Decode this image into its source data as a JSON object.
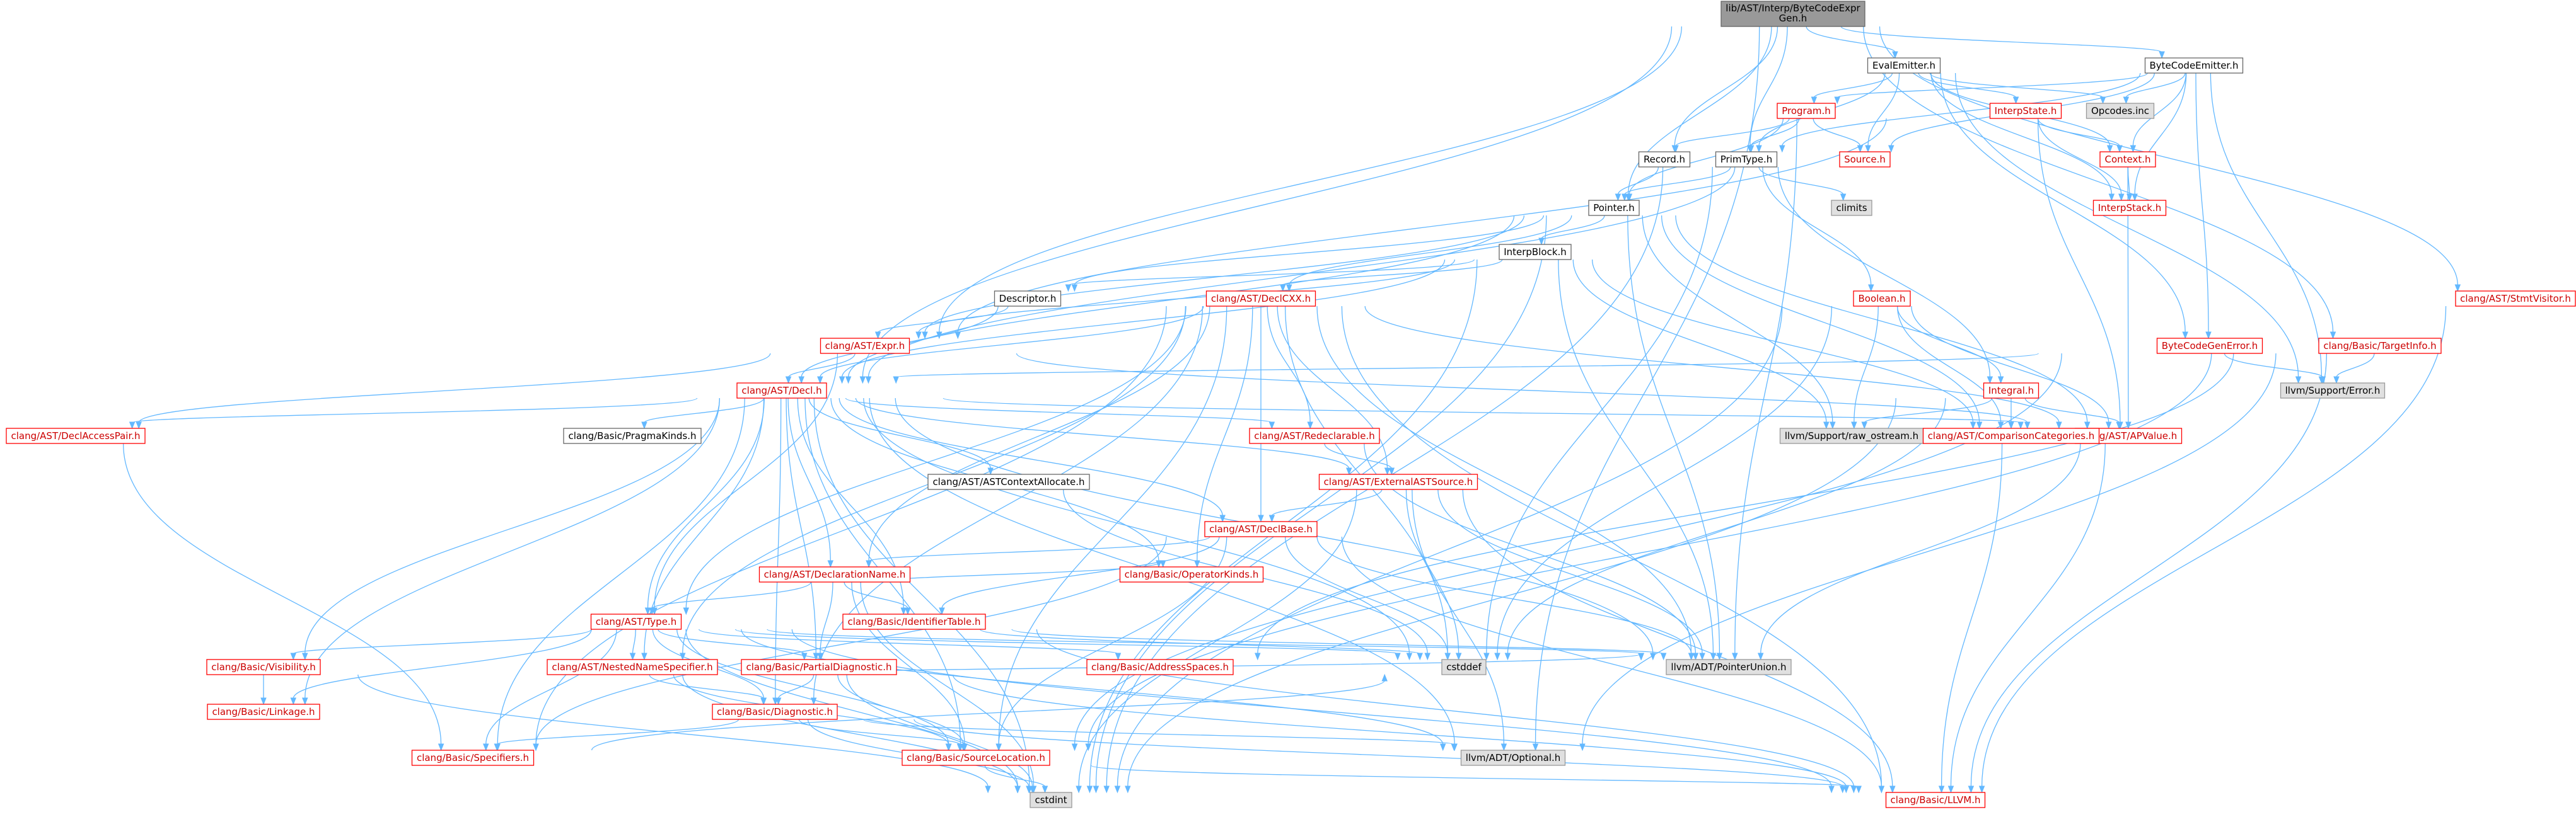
{
  "colors": {
    "edge": "#63b8ff",
    "root_fill": "#999999",
    "node_fill": "#ffffff",
    "gray_fill": "#e0e0e0",
    "border_red": "#ff0000",
    "border_gray": "#999999",
    "border_dark": "#666666",
    "text_red": "#cc0000",
    "text_black": "#000000"
  },
  "nodes": [
    {
      "id": "root",
      "lines": [
        "lib/AST/Interp/ByteCodeExpr",
        "Gen.h"
      ],
      "style": "root"
    },
    {
      "id": "evalemitter",
      "lines": [
        "EvalEmitter.h"
      ],
      "style": "normal"
    },
    {
      "id": "bytecodeemitter",
      "lines": [
        "ByteCodeEmitter.h"
      ],
      "style": "normal"
    },
    {
      "id": "program",
      "lines": [
        "Program.h"
      ],
      "style": "red"
    },
    {
      "id": "interpstate",
      "lines": [
        "InterpState.h"
      ],
      "style": "red"
    },
    {
      "id": "opcodes",
      "lines": [
        "Opcodes.inc"
      ],
      "style": "gray"
    },
    {
      "id": "record",
      "lines": [
        "Record.h"
      ],
      "style": "normal"
    },
    {
      "id": "primtype",
      "lines": [
        "PrimType.h"
      ],
      "style": "normal"
    },
    {
      "id": "source",
      "lines": [
        "Source.h"
      ],
      "style": "red"
    },
    {
      "id": "context",
      "lines": [
        "Context.h"
      ],
      "style": "red"
    },
    {
      "id": "climits",
      "lines": [
        "climits"
      ],
      "style": "gray"
    },
    {
      "id": "interpstack",
      "lines": [
        "InterpStack.h"
      ],
      "style": "red"
    },
    {
      "id": "stmtvisitor",
      "lines": [
        "clang/AST/StmtVisitor.h"
      ],
      "style": "red"
    },
    {
      "id": "pointer",
      "lines": [
        "Pointer.h"
      ],
      "style": "normal"
    },
    {
      "id": "interpblock",
      "lines": [
        "InterpBlock.h"
      ],
      "style": "normal"
    },
    {
      "id": "descriptor",
      "lines": [
        "Descriptor.h"
      ],
      "style": "normal"
    },
    {
      "id": "declcxx",
      "lines": [
        "clang/AST/DeclCXX.h"
      ],
      "style": "red"
    },
    {
      "id": "boolean",
      "lines": [
        "Boolean.h"
      ],
      "style": "red"
    },
    {
      "id": "bytecodegenerror",
      "lines": [
        "ByteCodeGenError.h"
      ],
      "style": "red"
    },
    {
      "id": "targetinfo",
      "lines": [
        "clang/Basic/TargetInfo.h"
      ],
      "style": "red"
    },
    {
      "id": "expr",
      "lines": [
        "clang/AST/Expr.h"
      ],
      "style": "red"
    },
    {
      "id": "llvmerror",
      "lines": [
        "llvm/Support/Error.h"
      ],
      "style": "gray"
    },
    {
      "id": "integral",
      "lines": [
        "Integral.h"
      ],
      "style": "red"
    },
    {
      "id": "decl",
      "lines": [
        "clang/AST/Decl.h"
      ],
      "style": "red"
    },
    {
      "id": "declaccesspair",
      "lines": [
        "clang/AST/DeclAccessPair.h"
      ],
      "style": "red"
    },
    {
      "id": "pragmakinds",
      "lines": [
        "clang/Basic/PragmaKinds.h"
      ],
      "style": "normal"
    },
    {
      "id": "redeclarable",
      "lines": [
        "clang/AST/Redeclarable.h"
      ],
      "style": "red"
    },
    {
      "id": "apvalue",
      "lines": [
        "clang/AST/APValue.h"
      ],
      "style": "red"
    },
    {
      "id": "rawostream",
      "lines": [
        "llvm/Support/raw_ostream.h"
      ],
      "style": "gray"
    },
    {
      "id": "comparisoncat",
      "lines": [
        "clang/AST/ComparisonCategories.h"
      ],
      "style": "red"
    },
    {
      "id": "astcontextalloc",
      "lines": [
        "clang/AST/ASTContextAllocate.h"
      ],
      "style": "normal"
    },
    {
      "id": "externalastsource",
      "lines": [
        "clang/AST/ExternalASTSource.h"
      ],
      "style": "red"
    },
    {
      "id": "declbase",
      "lines": [
        "clang/AST/DeclBase.h"
      ],
      "style": "red"
    },
    {
      "id": "declarationname",
      "lines": [
        "clang/AST/DeclarationName.h"
      ],
      "style": "red"
    },
    {
      "id": "identifiertable",
      "lines": [
        "clang/Basic/IdentifierTable.h"
      ],
      "style": "red"
    },
    {
      "id": "operatorkinds",
      "lines": [
        "clang/Basic/OperatorKinds.h"
      ],
      "style": "red"
    },
    {
      "id": "type",
      "lines": [
        "clang/AST/Type.h"
      ],
      "style": "red"
    },
    {
      "id": "cstddef",
      "lines": [
        "cstddef"
      ],
      "style": "gray"
    },
    {
      "id": "pointerunion",
      "lines": [
        "llvm/ADT/PointerUnion.h"
      ],
      "style": "gray"
    },
    {
      "id": "visibility",
      "lines": [
        "clang/Basic/Visibility.h"
      ],
      "style": "red"
    },
    {
      "id": "nestednamespec",
      "lines": [
        "clang/AST/NestedNameSpecifier.h"
      ],
      "style": "red"
    },
    {
      "id": "partialdiag",
      "lines": [
        "clang/Basic/PartialDiagnostic.h"
      ],
      "style": "red"
    },
    {
      "id": "addressspaces",
      "lines": [
        "clang/Basic/AddressSpaces.h"
      ],
      "style": "red"
    },
    {
      "id": "linkage",
      "lines": [
        "clang/Basic/Linkage.h"
      ],
      "style": "red"
    },
    {
      "id": "diagnostic",
      "lines": [
        "clang/Basic/Diagnostic.h"
      ],
      "style": "red"
    },
    {
      "id": "specifiers",
      "lines": [
        "clang/Basic/Specifiers.h"
      ],
      "style": "red"
    },
    {
      "id": "sourcelocation",
      "lines": [
        "clang/Basic/SourceLocation.h"
      ],
      "style": "red"
    },
    {
      "id": "optional",
      "lines": [
        "llvm/ADT/Optional.h"
      ],
      "style": "gray"
    },
    {
      "id": "cstdint",
      "lines": [
        "cstdint"
      ],
      "style": "gray"
    },
    {
      "id": "llvmh",
      "lines": [
        "clang/Basic/LLVM.h"
      ],
      "style": "red"
    }
  ],
  "edges": [
    [
      "root",
      "evalemitter"
    ],
    [
      "root",
      "bytecodeemitter"
    ],
    [
      "root",
      "record"
    ],
    [
      "root",
      "primtype"
    ],
    [
      "root",
      "pointer"
    ],
    [
      "root",
      "expr"
    ],
    [
      "root",
      "decl"
    ],
    [
      "root",
      "targetinfo"
    ],
    [
      "root",
      "stmtvisitor"
    ],
    [
      "root",
      "optional"
    ],
    [
      "evalemitter",
      "program"
    ],
    [
      "evalemitter",
      "interpstate"
    ],
    [
      "evalemitter",
      "opcodes"
    ],
    [
      "evalemitter",
      "source"
    ],
    [
      "evalemitter",
      "context"
    ],
    [
      "evalemitter",
      "interpstack"
    ],
    [
      "evalemitter",
      "primtype"
    ],
    [
      "evalemitter",
      "llvmerror"
    ],
    [
      "evalemitter",
      "bytecodegenerror"
    ],
    [
      "bytecodeemitter",
      "program"
    ],
    [
      "bytecodeemitter",
      "opcodes"
    ],
    [
      "bytecodeemitter",
      "source"
    ],
    [
      "bytecodeemitter",
      "context"
    ],
    [
      "bytecodeemitter",
      "interpstack"
    ],
    [
      "bytecodeemitter",
      "primtype"
    ],
    [
      "bytecodeemitter",
      "llvmerror"
    ],
    [
      "bytecodeemitter",
      "bytecodegenerror"
    ],
    [
      "program",
      "record"
    ],
    [
      "program",
      "pointer"
    ],
    [
      "program",
      "source"
    ],
    [
      "program",
      "primtype"
    ],
    [
      "program",
      "pointerunion"
    ],
    [
      "interpstate",
      "context"
    ],
    [
      "interpstate",
      "interpstack"
    ],
    [
      "interpstate",
      "expr"
    ],
    [
      "interpstate",
      "apvalue"
    ],
    [
      "context",
      "interpstack"
    ],
    [
      "context",
      "apvalue"
    ],
    [
      "record",
      "pointer"
    ],
    [
      "primtype",
      "pointer"
    ],
    [
      "primtype",
      "climits"
    ],
    [
      "primtype",
      "boolean"
    ],
    [
      "primtype",
      "integral"
    ],
    [
      "primtype",
      "cstddef"
    ],
    [
      "primtype",
      "cstdint"
    ],
    [
      "source",
      "decl"
    ],
    [
      "pointer",
      "interpblock"
    ],
    [
      "pointer",
      "descriptor"
    ],
    [
      "pointer",
      "declcxx"
    ],
    [
      "pointer",
      "decl"
    ],
    [
      "pointer",
      "expr"
    ],
    [
      "pointer",
      "apvalue"
    ],
    [
      "pointer",
      "rawostream"
    ],
    [
      "pointer",
      "comparisoncat"
    ],
    [
      "pointer",
      "pointerunion"
    ],
    [
      "pointer",
      "cstdint"
    ],
    [
      "interpblock",
      "descriptor"
    ],
    [
      "interpblock",
      "expr"
    ],
    [
      "interpblock",
      "decl"
    ],
    [
      "interpblock",
      "declcxx"
    ],
    [
      "interpblock",
      "rawostream"
    ],
    [
      "interpblock",
      "comparisoncat"
    ],
    [
      "interpblock",
      "pointerunion"
    ],
    [
      "interpblock",
      "cstdint"
    ],
    [
      "descriptor",
      "decl"
    ],
    [
      "descriptor",
      "expr"
    ],
    [
      "declcxx",
      "decl"
    ],
    [
      "declcxx",
      "redeclarable"
    ],
    [
      "declcxx",
      "externalastsource"
    ],
    [
      "declcxx",
      "declbase"
    ],
    [
      "declcxx",
      "declarationname"
    ],
    [
      "declcxx",
      "type"
    ],
    [
      "declcxx",
      "operatorkinds"
    ],
    [
      "declcxx",
      "pointerunion"
    ],
    [
      "declcxx",
      "cstddef"
    ],
    [
      "declcxx",
      "specifiers"
    ],
    [
      "declcxx",
      "sourcelocation"
    ],
    [
      "declcxx",
      "apvalue"
    ],
    [
      "declcxx",
      "diagnostic"
    ],
    [
      "declcxx",
      "nestednamespec"
    ],
    [
      "declcxx",
      "llvmh"
    ],
    [
      "boolean",
      "integral"
    ],
    [
      "boolean",
      "rawostream"
    ],
    [
      "boolean",
      "comparisoncat"
    ],
    [
      "boolean",
      "apvalue"
    ],
    [
      "boolean",
      "cstddef"
    ],
    [
      "boolean",
      "cstdint"
    ],
    [
      "integral",
      "rawostream"
    ],
    [
      "integral",
      "comparisoncat"
    ],
    [
      "integral",
      "apvalue"
    ],
    [
      "integral",
      "cstddef"
    ],
    [
      "integral",
      "cstdint"
    ],
    [
      "bytecodegenerror",
      "llvmerror"
    ],
    [
      "bytecodegenerror",
      "decl"
    ],
    [
      "bytecodegenerror",
      "sourcelocation"
    ],
    [
      "targetinfo",
      "llvmerror"
    ],
    [
      "targetinfo",
      "addressspaces"
    ],
    [
      "targetinfo",
      "sourcelocation"
    ],
    [
      "targetinfo",
      "optional"
    ],
    [
      "targetinfo",
      "llvmh"
    ],
    [
      "stmtvisitor",
      "llvmh"
    ],
    [
      "expr",
      "decl"
    ],
    [
      "expr",
      "apvalue"
    ],
    [
      "expr",
      "declaccesspair"
    ],
    [
      "expr",
      "type"
    ],
    [
      "decl",
      "declaccesspair"
    ],
    [
      "decl",
      "pragmakinds"
    ],
    [
      "decl",
      "redeclarable"
    ],
    [
      "decl",
      "apvalue"
    ],
    [
      "decl",
      "astcontextalloc"
    ],
    [
      "decl",
      "externalastsource"
    ],
    [
      "decl",
      "declbase"
    ],
    [
      "decl",
      "declarationname"
    ],
    [
      "decl",
      "identifiertable"
    ],
    [
      "decl",
      "operatorkinds"
    ],
    [
      "decl",
      "type"
    ],
    [
      "decl",
      "visibility"
    ],
    [
      "decl",
      "nestednamespec"
    ],
    [
      "decl",
      "partialdiag"
    ],
    [
      "decl",
      "linkage"
    ],
    [
      "decl",
      "diagnostic"
    ],
    [
      "decl",
      "specifiers"
    ],
    [
      "decl",
      "sourcelocation"
    ],
    [
      "decl",
      "optional"
    ],
    [
      "decl",
      "cstddef"
    ],
    [
      "decl",
      "cstdint"
    ],
    [
      "decl",
      "pointerunion"
    ],
    [
      "declaccesspair",
      "specifiers"
    ],
    [
      "redeclarable",
      "externalastsource"
    ],
    [
      "redeclarable",
      "pointerunion"
    ],
    [
      "apvalue",
      "pointerunion"
    ],
    [
      "apvalue",
      "llvmh"
    ],
    [
      "comparisoncat",
      "llvmh"
    ],
    [
      "astcontextalloc",
      "cstddef"
    ],
    [
      "externalastsource",
      "declbase"
    ],
    [
      "externalastsource",
      "pointerunion"
    ],
    [
      "externalastsource",
      "cstddef"
    ],
    [
      "externalastsource",
      "cstdint"
    ],
    [
      "externalastsource",
      "optional"
    ],
    [
      "externalastsource",
      "llvmh"
    ],
    [
      "declbase",
      "declarationname"
    ],
    [
      "declbase",
      "identifiertable"
    ],
    [
      "declbase",
      "specifiers"
    ],
    [
      "declbase",
      "sourcelocation"
    ],
    [
      "declbase",
      "pointerunion"
    ],
    [
      "declbase",
      "cstddef"
    ],
    [
      "declbase",
      "llvmh"
    ],
    [
      "declarationname",
      "identifiertable"
    ],
    [
      "declarationname",
      "operatorkinds"
    ],
    [
      "declarationname",
      "type"
    ],
    [
      "declarationname",
      "partialdiag"
    ],
    [
      "declarationname",
      "sourcelocation"
    ],
    [
      "declarationname",
      "cstdint"
    ],
    [
      "identifiertable",
      "cstddef"
    ],
    [
      "identifiertable",
      "pointerunion"
    ],
    [
      "identifiertable",
      "llvmh"
    ],
    [
      "type",
      "visibility"
    ],
    [
      "type",
      "linkage"
    ],
    [
      "type",
      "nestednamespec"
    ],
    [
      "type",
      "partialdiag"
    ],
    [
      "type",
      "addressspaces"
    ],
    [
      "type",
      "diagnostic"
    ],
    [
      "type",
      "specifiers"
    ],
    [
      "type",
      "sourcelocation"
    ],
    [
      "type",
      "pointerunion"
    ],
    [
      "type",
      "cstddef"
    ],
    [
      "type",
      "cstdint"
    ],
    [
      "type",
      "optional"
    ],
    [
      "type",
      "llvmh"
    ],
    [
      "visibility",
      "linkage"
    ],
    [
      "visibility",
      "cstdint"
    ],
    [
      "nestednamespec",
      "diagnostic"
    ],
    [
      "nestednamespec",
      "sourcelocation"
    ],
    [
      "nestednamespec",
      "pointerunion"
    ],
    [
      "nestednamespec",
      "cstdint"
    ],
    [
      "partialdiag",
      "diagnostic"
    ],
    [
      "partialdiag",
      "sourcelocation"
    ],
    [
      "partialdiag",
      "cstdint"
    ],
    [
      "partialdiag",
      "llvmh"
    ],
    [
      "diagnostic",
      "specifiers"
    ],
    [
      "diagnostic",
      "sourcelocation"
    ],
    [
      "diagnostic",
      "optional"
    ],
    [
      "diagnostic",
      "cstdint"
    ],
    [
      "diagnostic",
      "llvmh"
    ],
    [
      "sourcelocation",
      "cstdint"
    ],
    [
      "sourcelocation",
      "llvmh"
    ],
    [
      "specifiers",
      "cstddef"
    ]
  ]
}
